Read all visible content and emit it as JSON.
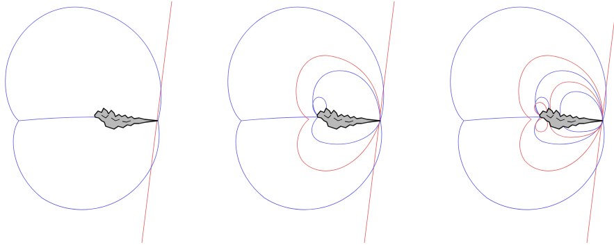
{
  "panels": [
    {
      "id": "panel-1",
      "extra_levels": 0
    },
    {
      "id": "panel-2",
      "extra_levels": 1
    },
    {
      "id": "panel-3",
      "extra_levels": 2
    }
  ],
  "colors": {
    "background": "#ffffff",
    "blue_curve": "#5a5ae6",
    "red_curve": "#e65a5a",
    "fractal_fill": "#b9b9b9",
    "fractal_outline": "#111111"
  }
}
